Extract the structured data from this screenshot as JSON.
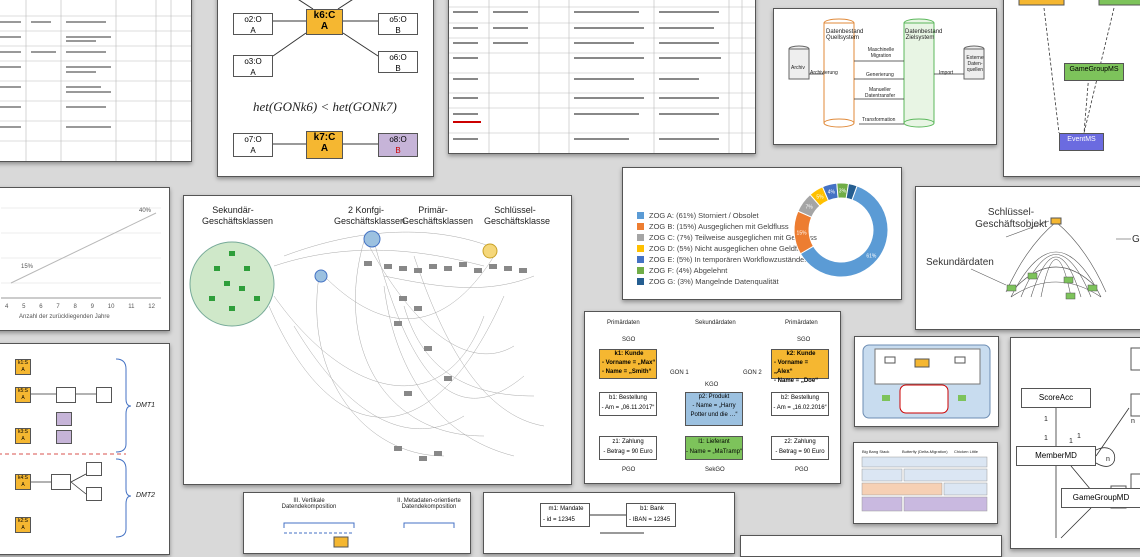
{
  "nodes_top": {
    "k6": "k6:C",
    "k6_val": "A",
    "o2": "o2:O",
    "o2_val": "A",
    "o5": "o5:O",
    "o5_val": "B",
    "o3": "o3:O",
    "o3_val": "A",
    "o6": "o6:O",
    "o6_val": "B",
    "formula": "het(GONk6) < het(GONk7)",
    "o7": "o7:O",
    "o7_val": "A",
    "k7": "k7:C",
    "k7_val": "A",
    "o8": "o8:O",
    "o8_val": "B"
  },
  "migration": {
    "src": "Datenbestand Quellsystem",
    "dst": "Datenbestand Zielsystem",
    "archiv": "Archiv",
    "archivierung": "Archivierung",
    "extern": "Externe Daten-quellen",
    "import": "Import",
    "maschinell": "Maschinelle Migration",
    "generierung": "Generierung",
    "manuell": "Manueller Datentransfer",
    "transformation": "Transformation"
  },
  "event": {
    "gamegroup": "GameGroupMS",
    "event": "EventMS"
  },
  "linechart": {
    "p40": "40%",
    "p15": "15%",
    "ticks": [
      "4",
      "5",
      "6",
      "7",
      "8",
      "9",
      "10",
      "11",
      "12"
    ],
    "xlabel": "Anzahl der zurückliegenden Jahre"
  },
  "network": {
    "h1": "Sekundär-Geschäftsklassen",
    "h2": "2 Konfgi-Geschäftsklassen",
    "h3": "Primär-Geschäftsklassen",
    "h4": "Schlüssel-Geschäftsklasse"
  },
  "donut": {
    "legend": [
      {
        "label": "ZOG A: (61%) Storniert / Obsolet",
        "color": "#5b9bd5"
      },
      {
        "label": "ZOG B: (15%) Ausgeglichen mit Geldfluss",
        "color": "#ed7d31"
      },
      {
        "label": "ZOG C: (7%) Teilweise ausgeglichen mit Geldfluss",
        "color": "#a5a5a5"
      },
      {
        "label": "ZOG D: (5%) Nicht ausgeglichen ohne Geldfluss",
        "color": "#ffc000"
      },
      {
        "label": "ZOG E: (5%) In temporären Workflowzuständen",
        "color": "#4472c4"
      },
      {
        "label": "ZOG F: (4%) Abgelehnt",
        "color": "#70ad47"
      },
      {
        "label": "ZOG G: (3%) Mangelnde Datenqualität",
        "color": "#255e91"
      }
    ],
    "labels": [
      "61%",
      "15%",
      "7%",
      "5%",
      "4%",
      "3%"
    ]
  },
  "schluessel": {
    "title": "Schlüssel-Geschäftsobjekt",
    "sek": "Sekundärdaten",
    "g": "G"
  },
  "gon": {
    "prim1": "Primärdaten",
    "sek": "Sekundärdaten",
    "prim2": "Primärdaten",
    "sgo1": "SGO",
    "sgo2": "SGO",
    "k1": "k1: Kunde",
    "k1a": "- Vorname = „Max“",
    "k1b": "- Name = „Smith“",
    "k2": "k2: Kunde",
    "k2a": "- Vorname = „Alex“",
    "k2b": "- Name = „Doe“",
    "gon1": "GON 1",
    "gon2": "GON 2",
    "kgo": "KGO",
    "b1": "b1: Bestellung",
    "b1a": "- Am = „06.11.2017“",
    "b2": "b2: Bestellung",
    "b2a": "- Am = „16.02.2016“",
    "p2": "p2: Produkt",
    "p2a": "- Name = „Harry Potter und die …“",
    "z1": "z1: Zahlung",
    "z1a": "- Betrag = 90 Euro",
    "z2": "z2: Zahlung",
    "z2a": "- Betrag = 90 Euro",
    "l1": "l1: Lieferant",
    "l1a": "- Name = „MaTramp“",
    "pgo1": "PGO",
    "sekgo": "SekGO",
    "pgo2": "PGO"
  },
  "dmt": {
    "k1": "k1:S",
    "k5": "k5:S",
    "k3": "k3:S",
    "k4": "k4:S",
    "k2": "k2:S",
    "dmt1": "DMT1",
    "dmt2": "DMT2",
    "a": "A"
  },
  "scoring": {
    "scoreacc": "ScoreAcc",
    "membermd": "MemberMD",
    "gamegroupmd": "GameGroupMD",
    "one": "1",
    "n": "n"
  },
  "bank": {
    "m1": "m1: Mandate",
    "m1a": "- id = 12345",
    "b1": "b1: Bank",
    "b1a": "- IBAN = 12345"
  },
  "vert": {
    "iii": "III. Vertikale Datendekomposition",
    "ii": "II. Metadaten-orientierte Datendekomposition"
  },
  "mini": {
    "title1": "Big Bang Stack",
    "title2": "Butterfly (Delta-Migration)",
    "title3": "Chicken Little"
  }
}
